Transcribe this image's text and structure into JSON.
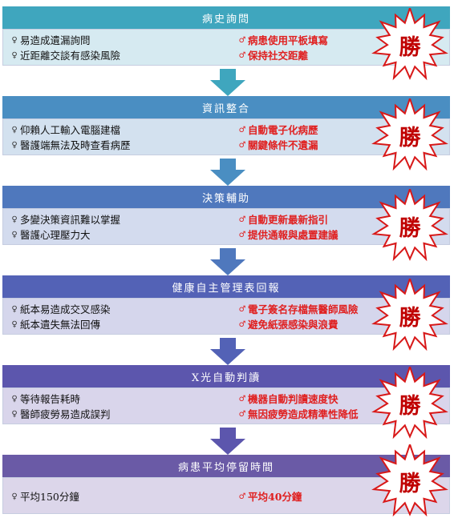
{
  "stages": [
    {
      "title": "病史詢問",
      "header_color": "#3fa6be",
      "body_color": "#d6eaf1",
      "arrow_color": "#3fa6be",
      "problems": [
        "易造成遺漏詢問",
        "近距離交談有感染風險"
      ],
      "solutions": [
        "病患使用平板填寫",
        "保持社交距離"
      ],
      "badge": "勝"
    },
    {
      "title": "資訊整合",
      "header_color": "#4a8ec2",
      "body_color": "#d3e1ef",
      "arrow_color": "#4a8ec2",
      "problems": [
        "仰賴人工輸入電腦建檔",
        "醫護端無法及時查看病歷"
      ],
      "solutions": [
        "自動電子化病歷",
        "關鍵條件不遺漏"
      ],
      "badge": "勝"
    },
    {
      "title": "決策輔助",
      "header_color": "#4f78bd",
      "body_color": "#d3dbee",
      "arrow_color": "#4f78bd",
      "problems": [
        "多變決策資訊難以掌握",
        "醫護心理壓力大"
      ],
      "solutions": [
        "自動更新最新指引",
        "提供通報與處置建議"
      ],
      "badge": "勝"
    },
    {
      "title": "健康自主管理表回報",
      "header_color": "#5362b6",
      "body_color": "#d5d6ec",
      "arrow_color": "#5362b6",
      "problems": [
        "紙本易造成交叉感染",
        "紙本遺失無法回傳"
      ],
      "solutions": [
        "電子簽名存檔無醫師風險",
        "避免紙張感染與浪費"
      ],
      "badge": "勝"
    },
    {
      "title": "X光自動判讀",
      "header_color": "#5c56ad",
      "body_color": "#d9d5eb",
      "arrow_color": "#5c56ad",
      "problems": [
        "等待報告耗時",
        "醫師疲勞易造成誤判"
      ],
      "solutions": [
        "機器自動判讀速度快",
        "無因疲勞造成精準性降低"
      ],
      "badge": "勝"
    },
    {
      "title": "病患平均停留時間",
      "header_color": "#6a5aa6",
      "body_color": "#dcd6ea",
      "arrow_color": "",
      "problems": [
        "平均150分鐘"
      ],
      "solutions": [
        "平均40分鐘"
      ],
      "badge": "勝"
    }
  ]
}
